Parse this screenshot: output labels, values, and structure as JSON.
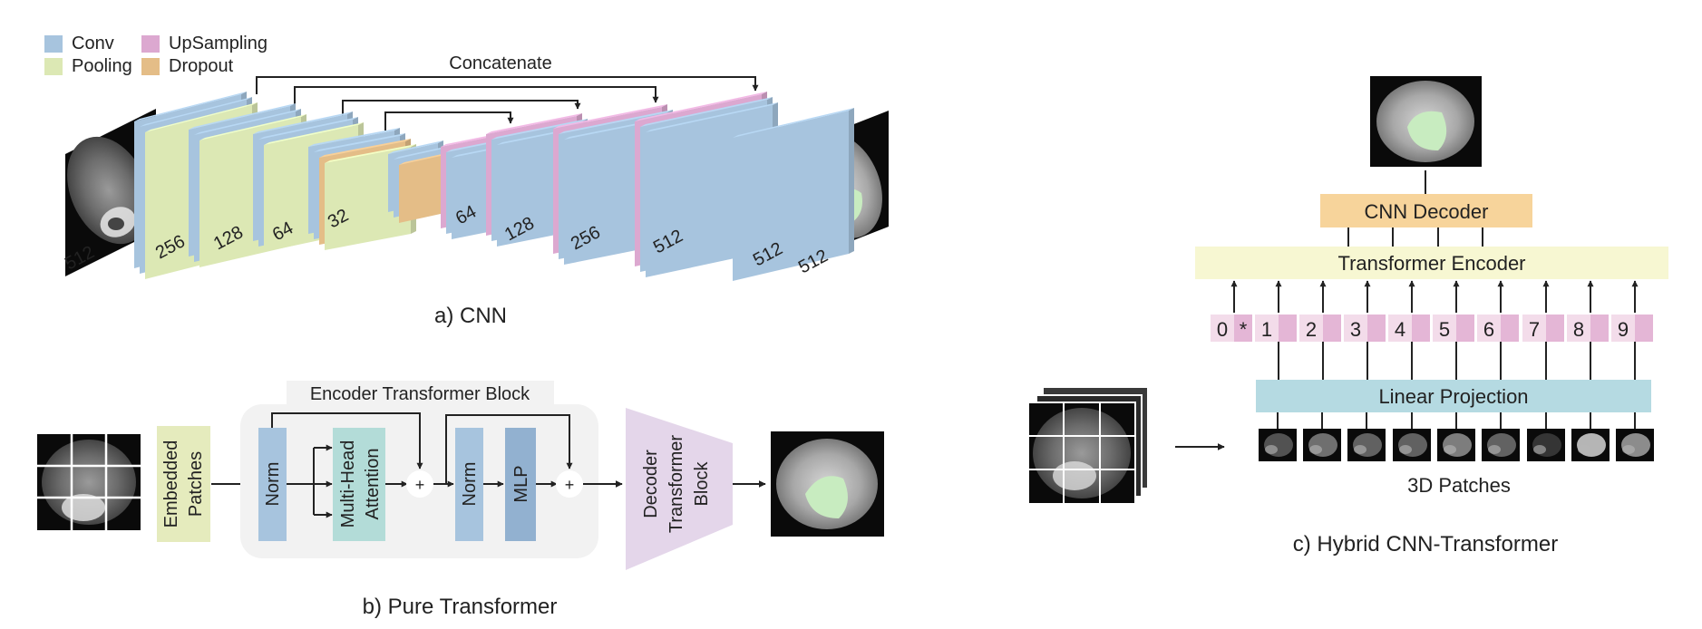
{
  "colors": {
    "conv": "#a7c4de",
    "pooling": "#dce8b4",
    "upsampling": "#dca8d0",
    "dropout": "#e4bd87",
    "ln": "#a7c4de",
    "mha": "#b3dcd8",
    "mlp": "#92b1d0",
    "embed": "#e5ebbd",
    "decoder_block": "#e4d6ea",
    "cnn_decoder": "#f7d49b",
    "transformer_encoder": "#f7f7d2",
    "linear_projection": "#b5dae2",
    "token": "#e4b6d6",
    "token_light": "#f3dcea",
    "tumor": "#c8ecc0"
  },
  "legend": {
    "conv": "Conv",
    "pooling": "Pooling",
    "upsampling": "UpSampling",
    "dropout": "Dropout"
  },
  "cnn": {
    "caption": "a) CNN",
    "concatenate_label": "Concatenate",
    "size_labels": [
      "512",
      "256",
      "128",
      "64",
      "32",
      "64",
      "128",
      "256",
      "512",
      "512",
      "512"
    ]
  },
  "pure": {
    "caption": "b) Pure Transformer",
    "block_title": "Encoder Transformer Block",
    "embedded_patches": [
      "Embedded",
      "Patches"
    ],
    "norm1": "Norm",
    "mha": [
      "Multi-Head",
      "Attention"
    ],
    "norm2": "Norm",
    "mlp": "MLP",
    "plus": "+",
    "decoder": [
      "Decoder",
      "Transformer",
      "Block"
    ]
  },
  "hybrid": {
    "caption": "c) Hybrid CNN-Transformer",
    "cnn_decoder": "CNN Decoder",
    "transformer_encoder": "Transformer Encoder",
    "linear_projection": "Linear Projection",
    "patches_label": "3D Patches",
    "tokens": [
      "0",
      "1",
      "2",
      "3",
      "4",
      "5",
      "6",
      "7",
      "8",
      "9"
    ],
    "class_token_mark": "*"
  }
}
